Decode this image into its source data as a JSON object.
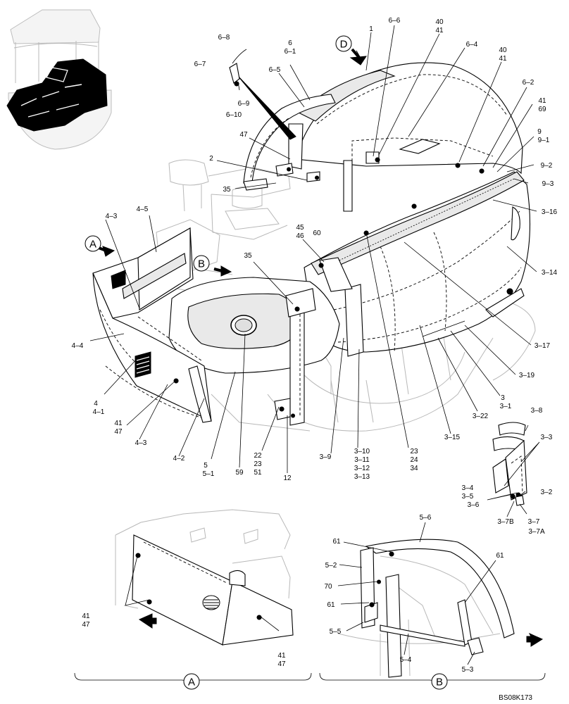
{
  "drawing_code": "BS08K173",
  "views": {
    "A": "A",
    "B": "B",
    "D": "D"
  },
  "labels": {
    "l1": "1",
    "l6": "6",
    "l6_1": "6–1",
    "l6_5": "6–5",
    "l6_6": "6–6",
    "l6_4": "6–4",
    "l40a": "40",
    "l41a": "41",
    "l40b": "40",
    "l41b": "41",
    "l6_2": "6–2",
    "l41c": "41",
    "l69": "69",
    "l9": "9",
    "l9_1": "9–1",
    "l9_2": "9–2",
    "l9_3": "9–3",
    "l3_16": "3–16",
    "l3_14": "3–14",
    "l3_17": "3–17",
    "l3_19": "3–19",
    "l3": "3",
    "l3_1": "3–1",
    "l3_22": "3–22",
    "l3_15": "3–15",
    "l6_8": "6–8",
    "l6_7": "6–7",
    "l6_9": "6–9",
    "l6_10": "6–10",
    "l47a": "47",
    "l2": "2",
    "l35a": "35",
    "l4_3a": "4–3",
    "l4_5": "4–5",
    "l45": "45",
    "l46": "46",
    "l60": "60",
    "l35b": "35",
    "l4_4": "4–4",
    "l4": "4",
    "l4_1": "4–1",
    "l41d": "41",
    "l47b": "47",
    "l4_3b": "4–3",
    "l4_2": "4–2",
    "l5": "5",
    "l5_1": "5–1",
    "l59": "59",
    "l22": "22",
    "l23a": "23",
    "l51": "51",
    "l12": "12",
    "l3_9": "3–9",
    "l3_10": "3–10",
    "l3_11": "3–11",
    "l3_12": "3–12",
    "l3_13": "3–13",
    "l23b": "23",
    "l24": "24",
    "l34": "34",
    "l3_8": "3–8",
    "l3_3": "3–3",
    "l3_4": "3–4",
    "l3_5": "3–5",
    "l3_6": "3–6",
    "l3_2": "3–2",
    "l3_7b": "3–7B",
    "l3_7": "3–7",
    "l3_7a": "3–7A",
    "la41": "41",
    "la47": "47",
    "la41b": "41",
    "la47b": "47",
    "lb5_6": "5–6",
    "lb61a": "61",
    "lb61b": "61",
    "lb5_2": "5–2",
    "lb70": "70",
    "lb61c": "61",
    "lb5_5": "5–5",
    "lb5_4": "5–4",
    "lb5_3": "5–3"
  }
}
